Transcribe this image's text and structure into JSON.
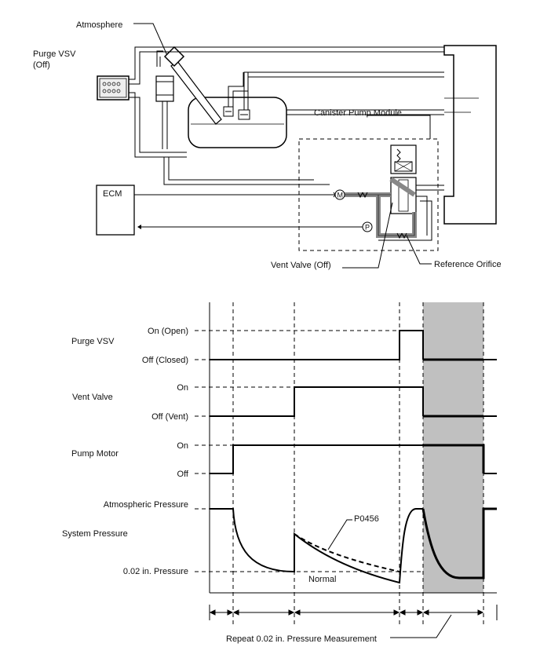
{
  "schematic": {
    "labels": {
      "atmosphere": "Atmosphere",
      "purge_vsv_line1": "Purge VSV",
      "purge_vsv_line2": "(Off)",
      "canister_pump_module": "Canister Pump Module",
      "ecm": "ECM",
      "vent_valve": "Vent Valve (Off)",
      "reference_orifice": "Reference Orifice",
      "motor_symbol": "M",
      "pressure_symbol": "P"
    }
  },
  "timing_chart": {
    "rows": [
      {
        "name": "Purge VSV",
        "levels": [
          "On (Open)",
          "Off (Closed)"
        ]
      },
      {
        "name": "Vent Valve",
        "levels": [
          "On",
          "Off (Vent)"
        ]
      },
      {
        "name": "Pump Motor",
        "levels": [
          "On",
          "Off"
        ]
      },
      {
        "name": "System Pressure",
        "levels": [
          "Atmospheric Pressure",
          "0.02 in. Pressure"
        ]
      }
    ],
    "curve_labels": {
      "fault": "P0456",
      "normal": "Normal"
    },
    "footer": "Repeat 0.02 in. Pressure Measurement",
    "shade_color": "#c0c0c0"
  }
}
